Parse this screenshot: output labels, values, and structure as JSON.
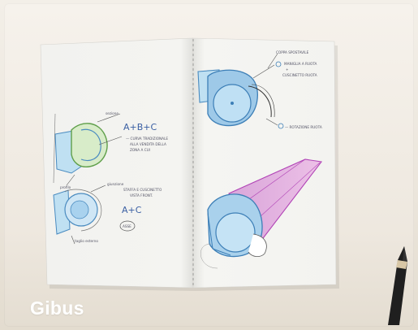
{
  "brand": {
    "name": "Gibus"
  },
  "sketch_notes": {
    "formula_top": "A+B+C",
    "formula_bottom": "A+C"
  },
  "colors": {
    "background": "#ece6dc",
    "paper": "#f4f3ef",
    "sketch_blue": "#8fc3e6",
    "sketch_green": "#8ec07a",
    "sketch_magenta": "#d98fd4",
    "brand_text": "#ffffff"
  }
}
